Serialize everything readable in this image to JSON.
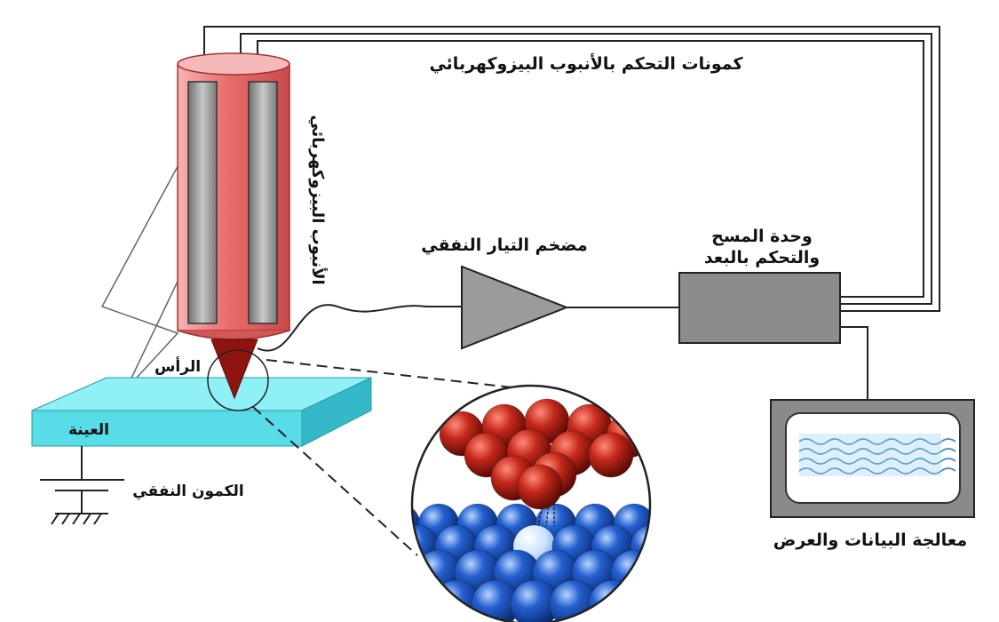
{
  "labels": {
    "piezo_tube": "الأنبوب البيزوكهربائي",
    "piezo_voltage": "كمونات التحكم بالأنبوب البيزوكهربائي",
    "amplifier": "مضخم التيار النفقي",
    "control_unit_line1": "وحدة المسح",
    "control_unit_line2": "والتحكم بالبعد",
    "tip": "الرأس",
    "sample": "العينة",
    "bias": "الكمون النفقي",
    "display": "معالجة البيانات والعرض"
  },
  "colors": {
    "tube": "#e86a6a",
    "tube_highlight": "#f7c3c3",
    "electrode": "#9a9a9a",
    "tip": "#8f1410",
    "sample_top": "#8ff0f5",
    "sample_front": "#57dce8",
    "amplifier": "#9b9b9b",
    "control_box": "#8c8c8c",
    "monitor_frame": "#8a8a8a",
    "screen": "#ffffff",
    "wave": "#4aa3d8",
    "tip_atom": "#b51f14",
    "sample_atom": "#1a55c4",
    "highlight_atom": "#bfe0ff"
  }
}
